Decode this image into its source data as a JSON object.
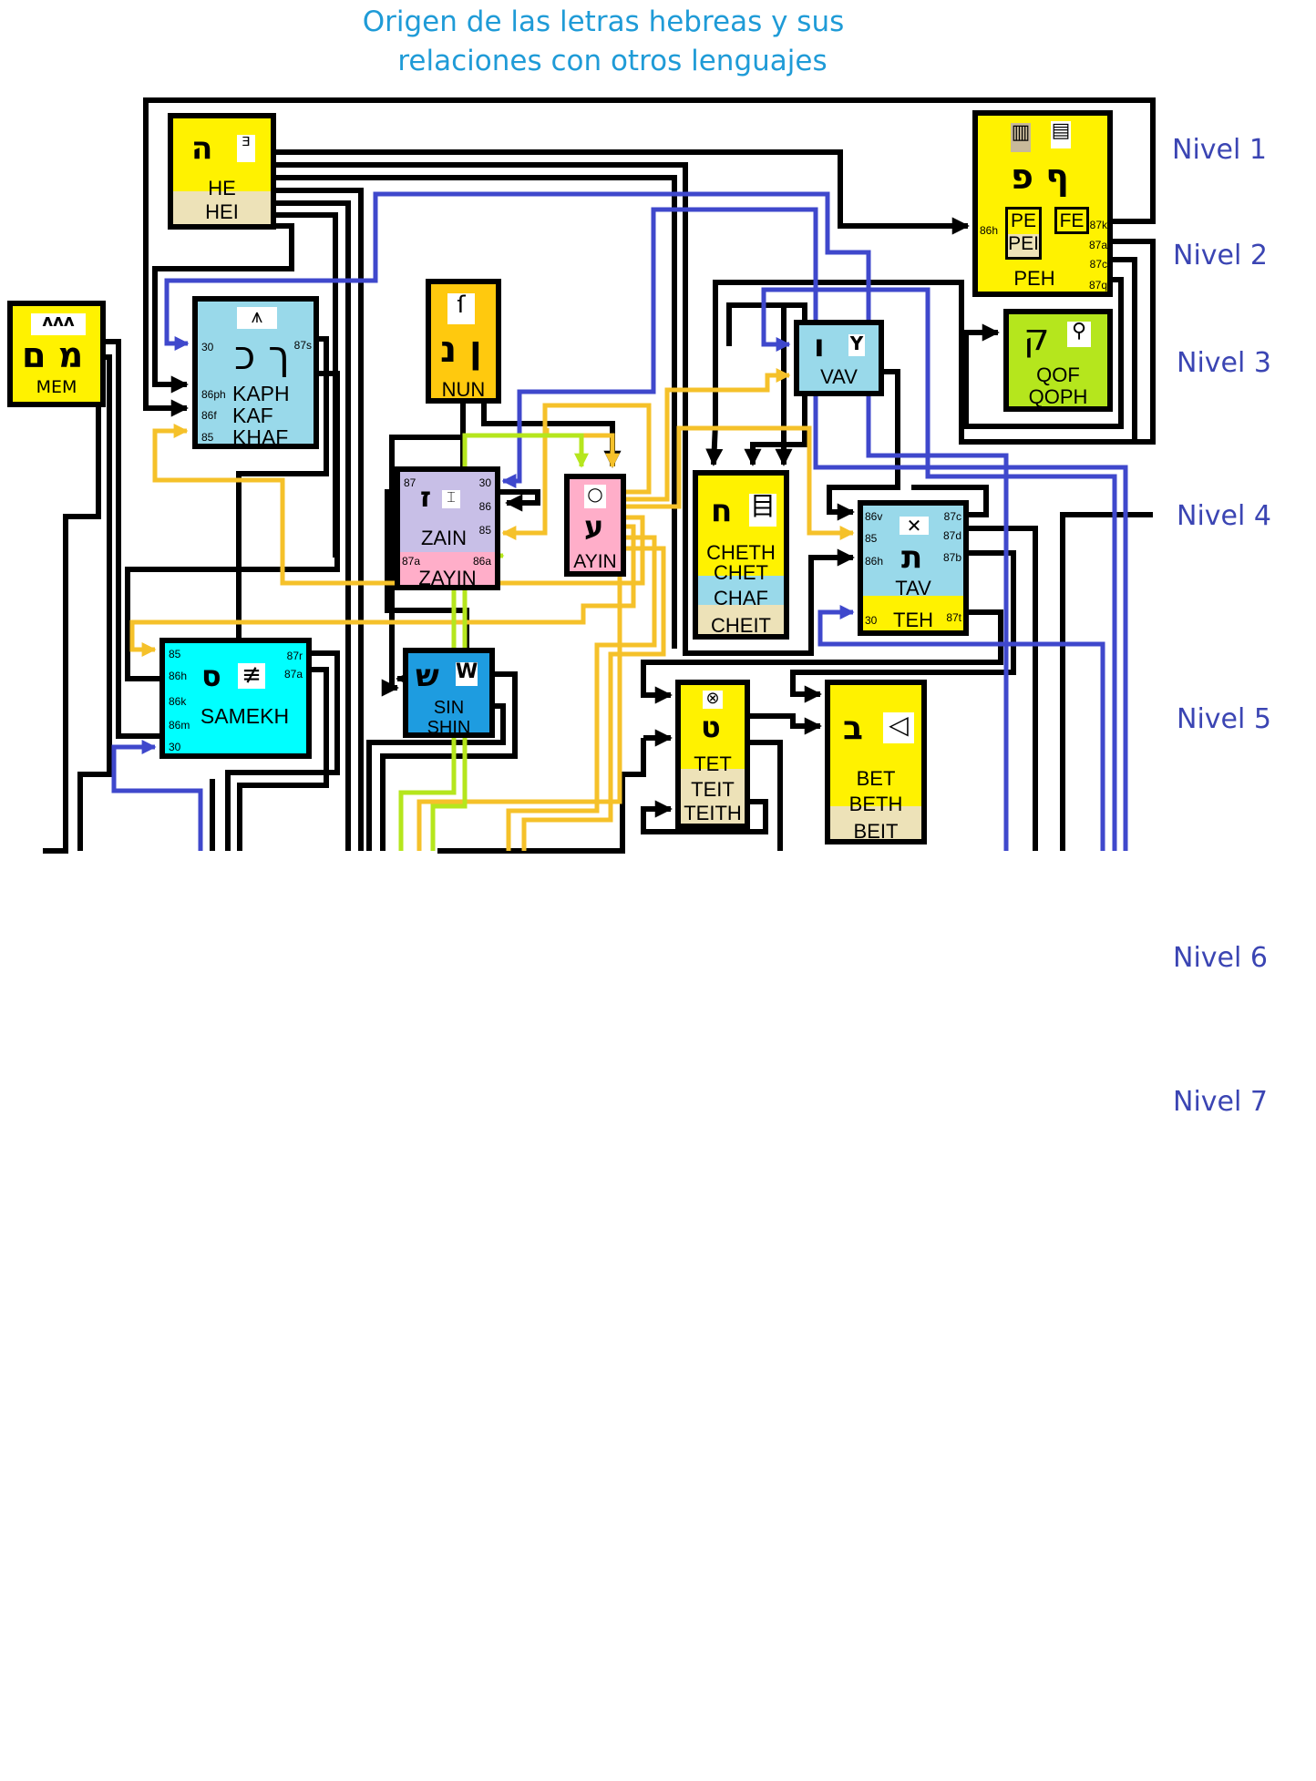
{
  "title": {
    "line1": "Origen de las letras hebreas y sus",
    "line2": "relaciones  con otros lenguajes"
  },
  "levels": [
    "Nivel 1",
    "Nivel 2",
    "Nivel 3",
    "Nivel 4",
    "Nivel 5",
    "Nivel 6",
    "Nivel 7"
  ],
  "colors": {
    "yellow": "#fff200",
    "beige": "#ede2b8",
    "lightblue": "#99d9ea",
    "lavender": "#c8bfe7",
    "pink": "#ffaec9",
    "orange": "#ffc90e",
    "green": "#b5e61d",
    "cyan": "#00ffff",
    "blue": "#1e9ce0",
    "wire_blue": "#3f48cc",
    "wire_orange": "#f5c12a"
  },
  "letters": {
    "he": {
      "hebrew": "ה",
      "pictogram": "ᴲ",
      "names": [
        "HE",
        "HEI"
      ]
    },
    "mem": {
      "hebrew": "מ ם",
      "pictogram": "ʌʌʌ",
      "names": [
        "MEM"
      ]
    },
    "kaph": {
      "hebrew": "ך כ",
      "pictogram": "⩚",
      "names": [
        "KAPH",
        "KAF",
        "KHAF"
      ],
      "ports": [
        "30",
        "87s",
        "86ph",
        "86f",
        "85"
      ]
    },
    "nun": {
      "hebrew": "ן נ",
      "pictogram": "ſ",
      "names": [
        "NUN"
      ]
    },
    "zain": {
      "hebrew": "ז",
      "pictogram": "⌶",
      "names": [
        "ZAIN",
        "ZAYIN"
      ],
      "ports": [
        "87",
        "30",
        "86",
        "85",
        "87a",
        "86a"
      ]
    },
    "ayin": {
      "hebrew": "ע",
      "pictogram": "○",
      "names": [
        "AYIN"
      ]
    },
    "peh": {
      "hebrew": "ף פ",
      "pictogram1": "▥",
      "pictogram2": "▤",
      "names": [
        "PE",
        "PEI",
        "FE",
        "PEH"
      ],
      "ports": [
        "86h",
        "87k",
        "87a",
        "87c",
        "87q"
      ]
    },
    "qof": {
      "hebrew": "ק",
      "pictogram": "⚲",
      "names": [
        "QOF",
        "QOPH"
      ]
    },
    "vav": {
      "hebrew": "ו",
      "pictogram": "Y",
      "names": [
        "VAV"
      ]
    },
    "cheth": {
      "hebrew": "ח",
      "pictogram": "目",
      "names": [
        "CHETH",
        "CHET",
        "CHAF",
        "CHEIT"
      ]
    },
    "tav": {
      "hebrew": "ת",
      "pictogram": "✕",
      "names": [
        "TAV",
        "TEH"
      ],
      "ports": [
        "86v",
        "85",
        "86h",
        "87c",
        "87d",
        "87b",
        "30",
        "87t"
      ]
    },
    "samekh": {
      "hebrew": "ס",
      "pictogram": "≢",
      "names": [
        "SAMEKH"
      ],
      "ports": [
        "85",
        "86h",
        "86k",
        "86m",
        "30",
        "87r",
        "87a"
      ]
    },
    "sin": {
      "hebrew": "ש",
      "pictogram": "W",
      "names": [
        "SIN",
        "SHIN"
      ]
    },
    "tet": {
      "hebrew": "ט",
      "pictogram": "⊗",
      "names": [
        "TET",
        "TEIT",
        "TEITH"
      ]
    },
    "bet": {
      "hebrew": "ב",
      "pictogram": "◁",
      "names": [
        "BET",
        "BETH",
        "BEIT"
      ]
    }
  }
}
